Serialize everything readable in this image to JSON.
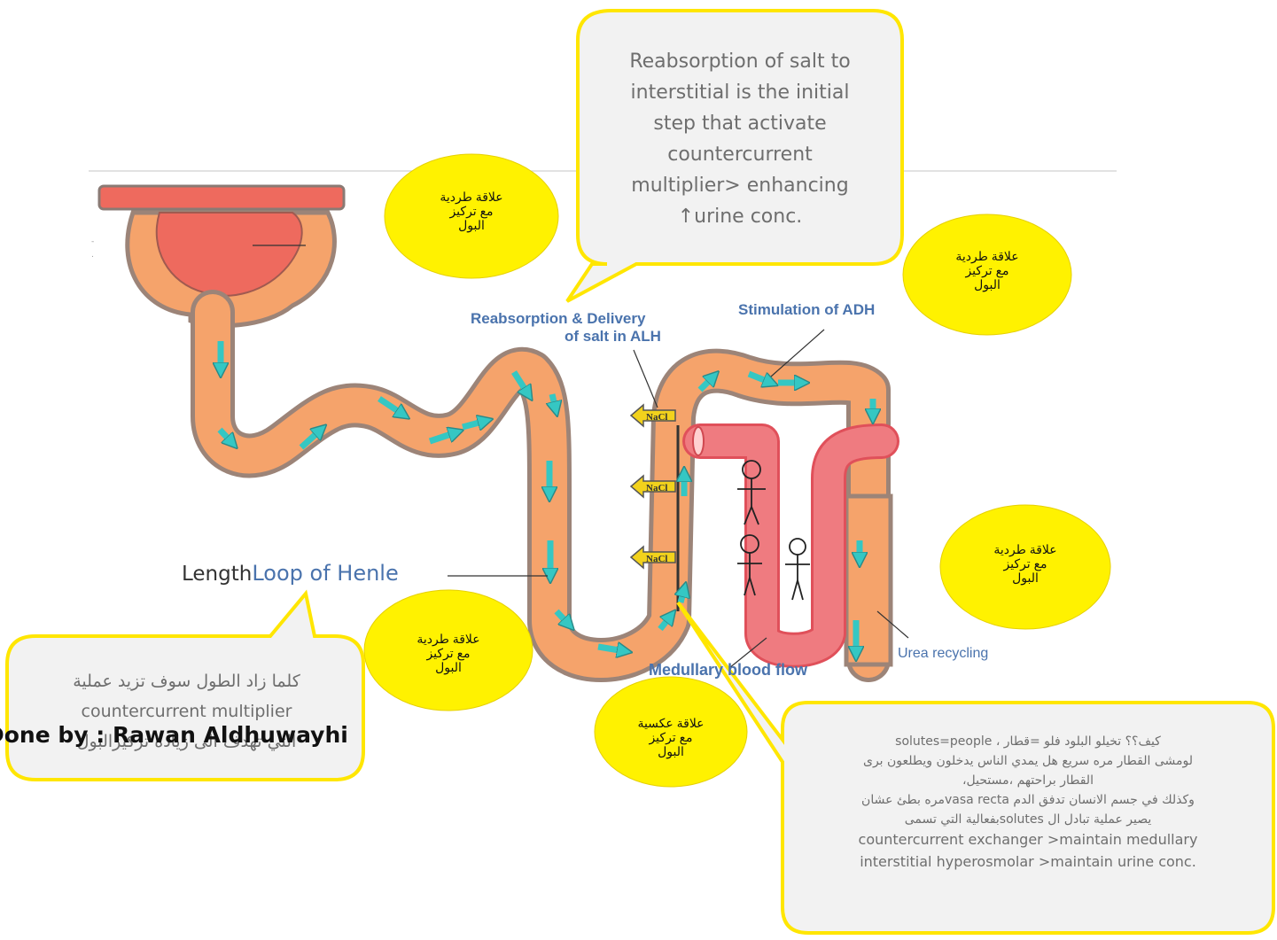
{
  "labels": {
    "reabs_line1": "Reabsorption & Delivery",
    "reabs_line2": "of salt in ALH",
    "adh": "Stimulation of ADH",
    "loop_length": "Length",
    "loop_name": "Loop of Henle",
    "medullary": "Medullary blood flow",
    "urea": "Urea recycling",
    "nacl": "NaCl"
  },
  "bubbles": {
    "direct": [
      "علاقة طردية",
      "مع تركيز",
      "البول"
    ],
    "inverse": [
      "علاقة عكسية",
      "مع تركيز",
      "البول"
    ]
  },
  "callouts": {
    "top": [
      "Reabsorption of salt to",
      "interstitial is the initial",
      "step that activate",
      "countercurrent",
      "multiplier> enhancing",
      "↑urine conc."
    ],
    "left": [
      "كلما زاد الطول سوف تزيد عملية",
      "countercurrent multiplier",
      "التي تهدف الى زيادة تركيزالبول"
    ],
    "right": [
      "كيف؟؟ تخيلو البلود فلو =قطار ، solutes=people",
      "لومشى القطار مره سريع هل يمدي الناس يدخلون ويطلعون برى",
      "القطار براحتهم ،مستحيل،",
      "وكذلك في جسم الانسان تدفق الدم vasa rectaمره بطئ عشان",
      "يصير عملية تبادل ال solutesبفعالية التي تسمى",
      "countercurrent exchanger >maintain medullary",
      "interstitial hyperosmolar >maintain urine conc."
    ]
  },
  "credit": "Done by : Rawan Aldhuwayhi",
  "colors": {
    "tubule": "#f5a36b",
    "tubule_border": "#9c8478",
    "glomerulus": "#ee6a5e",
    "vessel": "#ef7b80",
    "arrow": "#35c7c3",
    "nacl_fill": "#f2d21c",
    "bubble": "#fff200",
    "callout_fill": "#f2f2f2",
    "callout_border": "#ffe600",
    "label_blue": "#4a73ad"
  }
}
